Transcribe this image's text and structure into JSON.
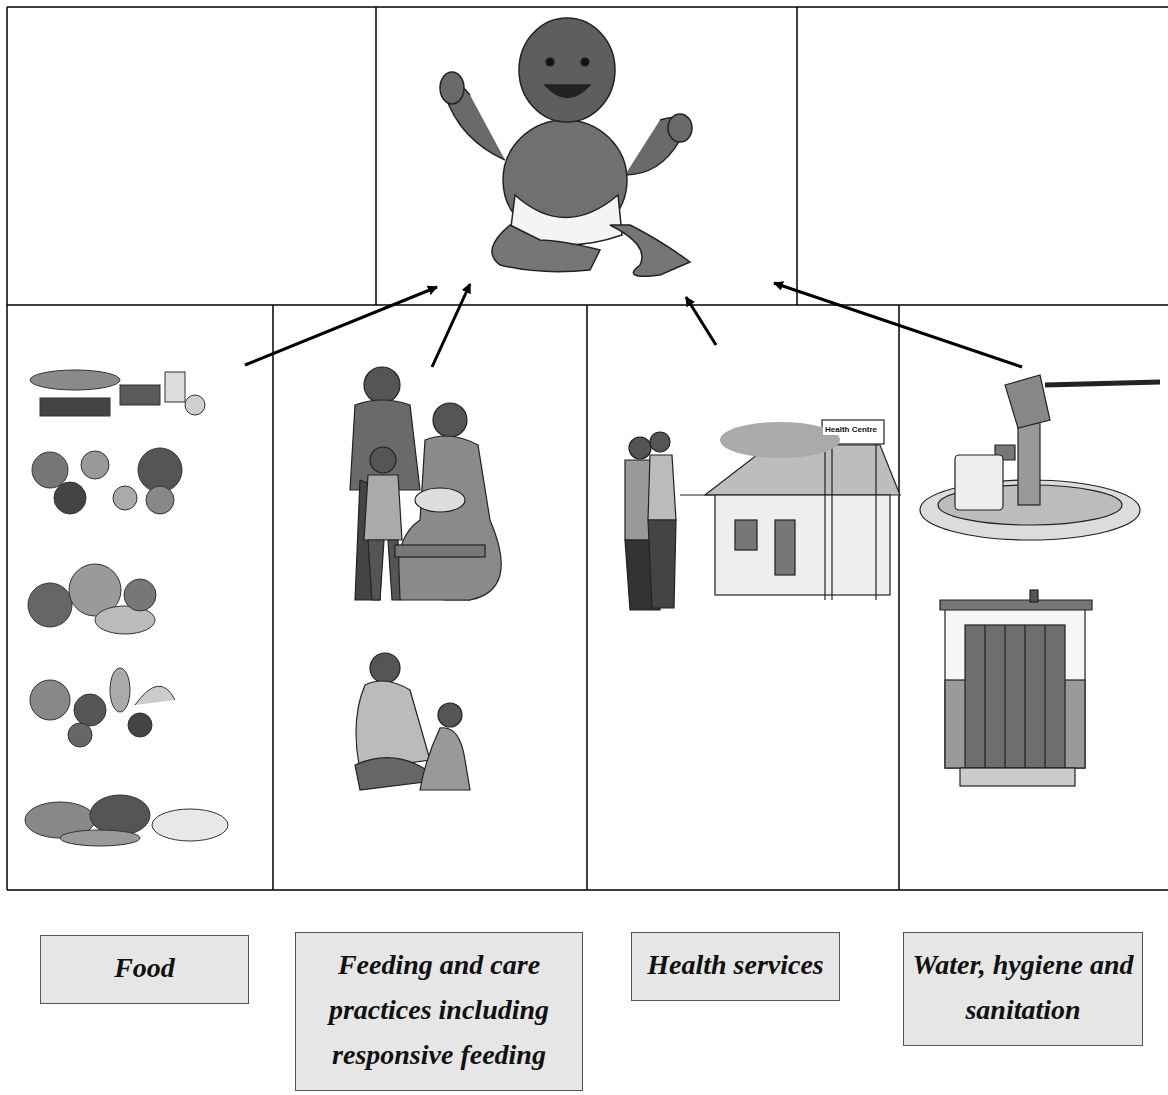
{
  "diagram": {
    "nodes": [
      {
        "text": [
          "Food"
        ]
      },
      {
        "text": [
          "Feeding and care practices including responsive feeding"
        ]
      },
      {
        "text": [
          "Health services"
        ]
      },
      {
        "text": [
          "Water, hygiene and sanitation"
        ]
      }
    ],
    "labels": [
      "Health Centre"
    ]
  }
}
